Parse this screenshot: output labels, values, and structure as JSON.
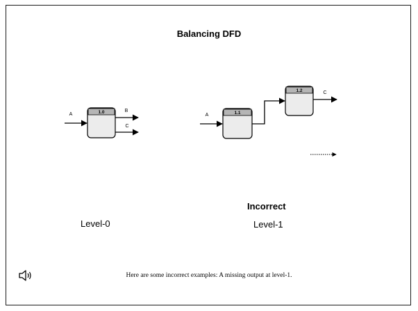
{
  "slide": {
    "title": "Balancing DFD",
    "level0_label": "Level-0",
    "status_label": "Incorrect",
    "level1_label": "Level-1",
    "caption": "Here are some incorrect examples: A missing output at level-1.",
    "speaker_icon": "speaker-icon"
  },
  "diagram": {
    "level0": {
      "process_id": "1.0",
      "input_flow": "A",
      "output_flows": [
        "B",
        "C"
      ]
    },
    "level1": {
      "process_1": {
        "id": "1.1",
        "input_flow": "A"
      },
      "process_2": {
        "id": "1.2",
        "output_flow": "C"
      }
    },
    "dotted_arrow": "trailing-dotted-arrow"
  }
}
